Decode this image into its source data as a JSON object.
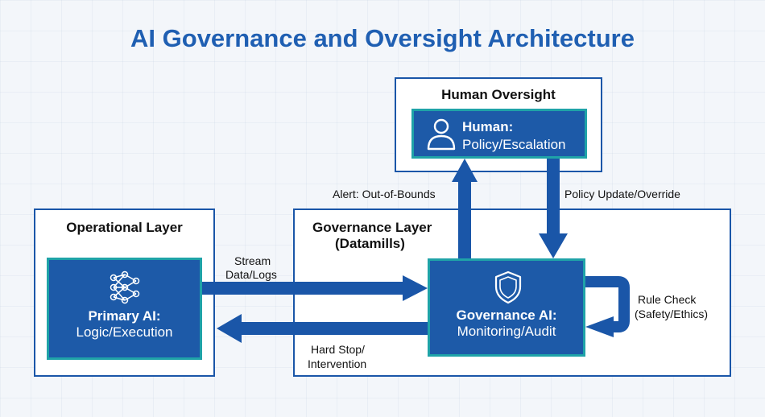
{
  "title": "AI Governance and Oversight Architecture",
  "colors": {
    "title": "#1f5fb2",
    "frame": "#1a56a8",
    "node_fill": "#1d5aa8",
    "node_border": "#1fa3a8",
    "arrow": "#1a56a8"
  },
  "frames": {
    "human_oversight": {
      "label": "Human Oversight"
    },
    "operational": {
      "label": "Operational Layer"
    },
    "governance": {
      "label_line1": "Governance Layer",
      "label_line2": "(Datamills)"
    }
  },
  "nodes": {
    "human": {
      "title": "Human:",
      "subtitle": "Policy/Escalation",
      "icon": "person-icon"
    },
    "primary_ai": {
      "title": "Primary AI:",
      "subtitle": "Logic/Execution",
      "icon": "neural-network-icon"
    },
    "governance_ai": {
      "title": "Governance AI:",
      "subtitle": "Monitoring/Audit",
      "icon": "shield-icon"
    }
  },
  "edges": {
    "alert": "Alert: Out-of-Bounds",
    "policy_update": "Policy Update/Override",
    "stream_line1": "Stream",
    "stream_line2": "Data/Logs",
    "hard_stop_line1": "Hard Stop/",
    "hard_stop_line2": "Intervention",
    "rule_check_line1": "Rule Check",
    "rule_check_line2": "(Safety/Ethics)"
  }
}
